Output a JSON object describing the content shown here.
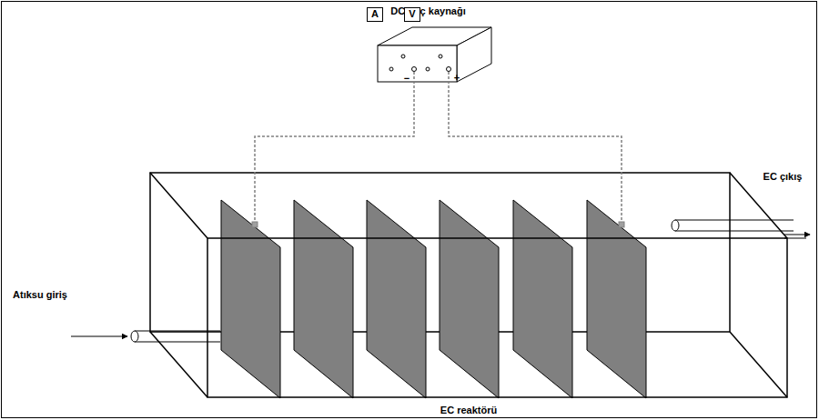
{
  "diagram": {
    "nodes": [
      {
        "text": [
          "DC güç kaynağı"
        ]
      },
      {
        "text": [
          "A"
        ],
        "in": 0
      },
      {
        "text": [
          "V"
        ],
        "in": 0
      },
      {
        "text": [
          "EC reaktörü"
        ]
      }
    ],
    "labels": [
      "−",
      "+",
      "Atıksu giriş",
      "EC çıkış"
    ]
  }
}
